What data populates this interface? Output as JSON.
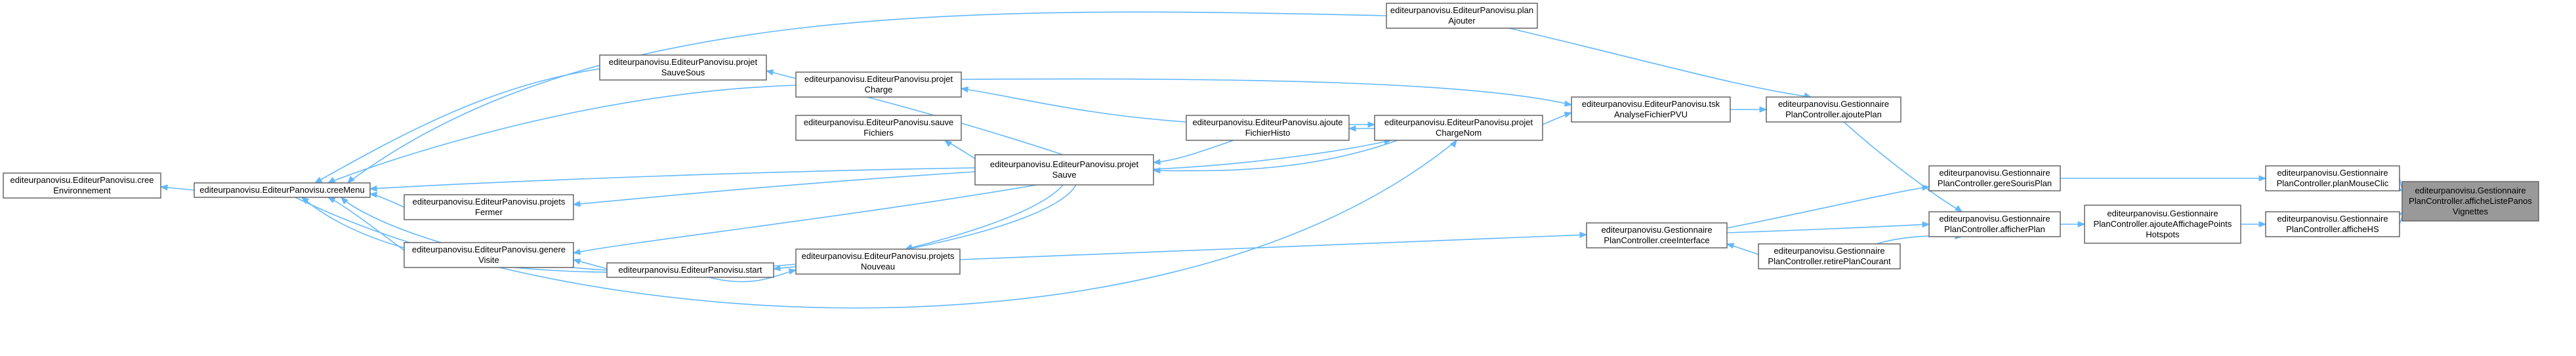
{
  "graph": {
    "type": "caller-graph",
    "current_node": "n1",
    "nodes": [
      {
        "id": "n1",
        "lines": [
          "editeurpanovisu.Gestionnaire",
          "PlanController.afficheListePanos",
          "Vignettes"
        ]
      },
      {
        "id": "n2",
        "lines": [
          "editeurpanovisu.Gestionnaire",
          "PlanController.afficheHS"
        ]
      },
      {
        "id": "n3",
        "lines": [
          "editeurpanovisu.Gestionnaire",
          "PlanController.planMouseClic"
        ]
      },
      {
        "id": "n4",
        "lines": [
          "editeurpanovisu.Gestionnaire",
          "PlanController.ajouteAffichagePoints",
          "Hotspots"
        ]
      },
      {
        "id": "n5",
        "lines": [
          "editeurpanovisu.Gestionnaire",
          "PlanController.afficherPlan"
        ]
      },
      {
        "id": "n6",
        "lines": [
          "editeurpanovisu.Gestionnaire",
          "PlanController.gereSourisPlan"
        ]
      },
      {
        "id": "n7",
        "lines": [
          "editeurpanovisu.Gestionnaire",
          "PlanController.ajoutePlan"
        ]
      },
      {
        "id": "n8",
        "lines": [
          "editeurpanovisu.Gestionnaire",
          "PlanController.retirePlanCourant"
        ]
      },
      {
        "id": "n9",
        "lines": [
          "editeurpanovisu.Gestionnaire",
          "PlanController.creeInterface"
        ]
      },
      {
        "id": "n10",
        "lines": [
          "editeurpanovisu.EditeurPanovisu.plan",
          "Ajouter"
        ]
      },
      {
        "id": "n11",
        "lines": [
          "editeurpanovisu.EditeurPanovisu.tsk",
          "AnalyseFichierPVU"
        ]
      },
      {
        "id": "n12",
        "lines": [
          "editeurpanovisu.EditeurPanovisu.projet",
          "ChargeNom"
        ]
      },
      {
        "id": "n13",
        "lines": [
          "editeurpanovisu.EditeurPanovisu.ajoute",
          "FichierHisto"
        ]
      },
      {
        "id": "n14",
        "lines": [
          "editeurpanovisu.EditeurPanovisu.projet",
          "Sauve"
        ]
      },
      {
        "id": "n15",
        "lines": [
          "editeurpanovisu.EditeurPanovisu.projet",
          "Charge"
        ]
      },
      {
        "id": "n16",
        "lines": [
          "editeurpanovisu.EditeurPanovisu.sauve",
          "Fichiers"
        ]
      },
      {
        "id": "n17",
        "lines": [
          "editeurpanovisu.EditeurPanovisu.projets",
          "Nouveau"
        ]
      },
      {
        "id": "n18",
        "lines": [
          "editeurpanovisu.EditeurPanovisu.projet",
          "SauveSous"
        ]
      },
      {
        "id": "n19",
        "lines": [
          "editeurpanovisu.EditeurPanovisu.projets",
          "Fermer"
        ]
      },
      {
        "id": "n20",
        "lines": [
          "editeurpanovisu.EditeurPanovisu.genere",
          "Visite"
        ]
      },
      {
        "id": "n21",
        "lines": [
          "editeurpanovisu.EditeurPanovisu.start"
        ]
      },
      {
        "id": "n22",
        "lines": [
          "editeurpanovisu.EditeurPanovisu.creeMenu"
        ]
      },
      {
        "id": "n23",
        "lines": [
          "editeurpanovisu.EditeurPanovisu.cree",
          "Environnement"
        ]
      }
    ],
    "edges": [
      {
        "from": "n2",
        "to": "n1"
      },
      {
        "from": "n3",
        "to": "n1"
      },
      {
        "from": "n4",
        "to": "n2"
      },
      {
        "from": "n5",
        "to": "n4"
      },
      {
        "from": "n6",
        "to": "n3"
      },
      {
        "from": "n7",
        "to": "n5"
      },
      {
        "from": "n8",
        "to": "n5"
      },
      {
        "from": "n9",
        "to": "n5"
      },
      {
        "from": "n9",
        "to": "n6"
      },
      {
        "from": "n10",
        "to": "n7"
      },
      {
        "from": "n11",
        "to": "n7"
      },
      {
        "from": "n12",
        "to": "n11"
      },
      {
        "from": "n15",
        "to": "n11"
      },
      {
        "from": "n12",
        "to": "n13"
      },
      {
        "from": "n13",
        "to": "n12"
      },
      {
        "from": "n14",
        "to": "n12"
      },
      {
        "from": "n12",
        "to": "n14"
      },
      {
        "from": "n22",
        "to": "n12"
      },
      {
        "from": "n13",
        "to": "n14"
      },
      {
        "from": "n13",
        "to": "n15"
      },
      {
        "from": "n14",
        "to": "n16"
      },
      {
        "from": "n14",
        "to": "n17"
      },
      {
        "from": "n14",
        "to": "n18"
      },
      {
        "from": "n14",
        "to": "n19"
      },
      {
        "from": "n14",
        "to": "n20"
      },
      {
        "from": "n14",
        "to": "n21"
      },
      {
        "from": "n14",
        "to": "n22"
      },
      {
        "from": "n15",
        "to": "n22"
      },
      {
        "from": "n10",
        "to": "n22"
      },
      {
        "from": "n18",
        "to": "n22"
      },
      {
        "from": "n19",
        "to": "n22"
      },
      {
        "from": "n20",
        "to": "n22"
      },
      {
        "from": "n17",
        "to": "n22"
      },
      {
        "from": "n21",
        "to": "n22"
      },
      {
        "from": "n21",
        "to": "n20"
      },
      {
        "from": "n21",
        "to": "n17"
      },
      {
        "from": "n17",
        "to": "n9"
      },
      {
        "from": "n8",
        "to": "n9"
      },
      {
        "from": "n22",
        "to": "n23"
      }
    ]
  }
}
